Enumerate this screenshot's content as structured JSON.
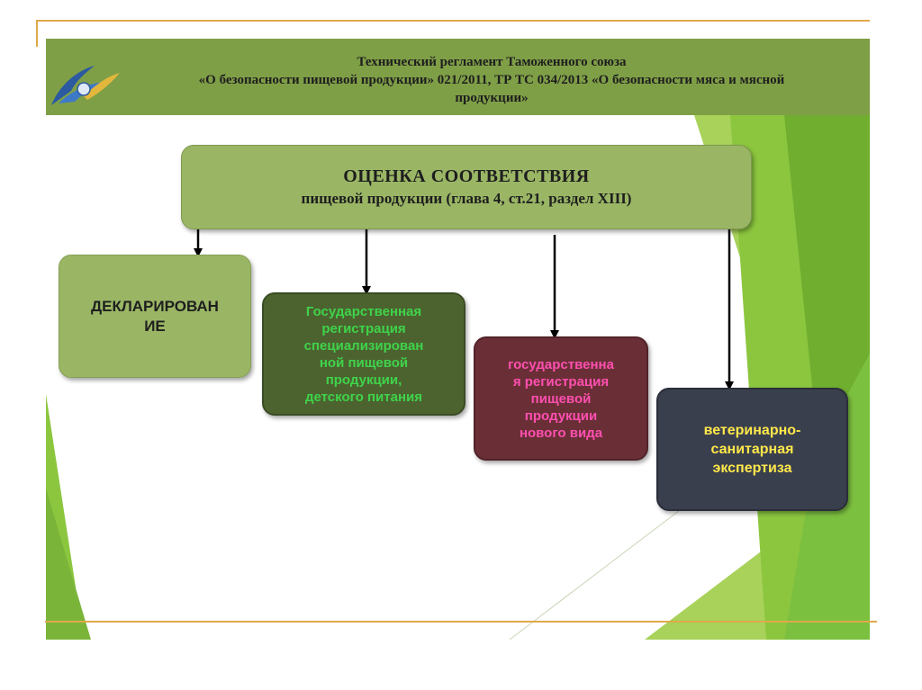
{
  "header": {
    "line1": "Технический регламент Таможенного союза",
    "line2": "«О безопасности пищевой продукции» 021/2011, ТР ТС 034/2013 «О безопасности мяса и мясной",
    "line3": "продукции»"
  },
  "main_box": {
    "title": "ОЦЕНКА СООТВЕТСТВИЯ",
    "subtitle": "пищевой продукции (глава 4, ст.21, раздел XIII)"
  },
  "branches": [
    {
      "label": "ДЕКЛАРИРОВАН\nИЕ",
      "text_color": "#1e1e1e",
      "fill": "#9ab665"
    },
    {
      "label": "Государственная\nрегистрация\nспециализирован\nной пищевой\nпродукции,\nдетского питания",
      "text_color": "#3fd34a",
      "fill": "#4c6330"
    },
    {
      "label": "государственна\nя регистрация\nпищевой\nпродукции\nнового вида",
      "text_color": "#ff4fb0",
      "fill": "#6a2f36"
    },
    {
      "label": "ветеринарно-\nсанитарная\nэкспертиза",
      "text_color": "#ffe84a",
      "fill": "#3a3f4e"
    }
  ],
  "colors": {
    "header_bg": "#7f9f47",
    "accent_line": "#e0a94a",
    "deco_green": "#8cc63f"
  },
  "icons": {
    "logo": "eaeu-emblem-icon"
  }
}
